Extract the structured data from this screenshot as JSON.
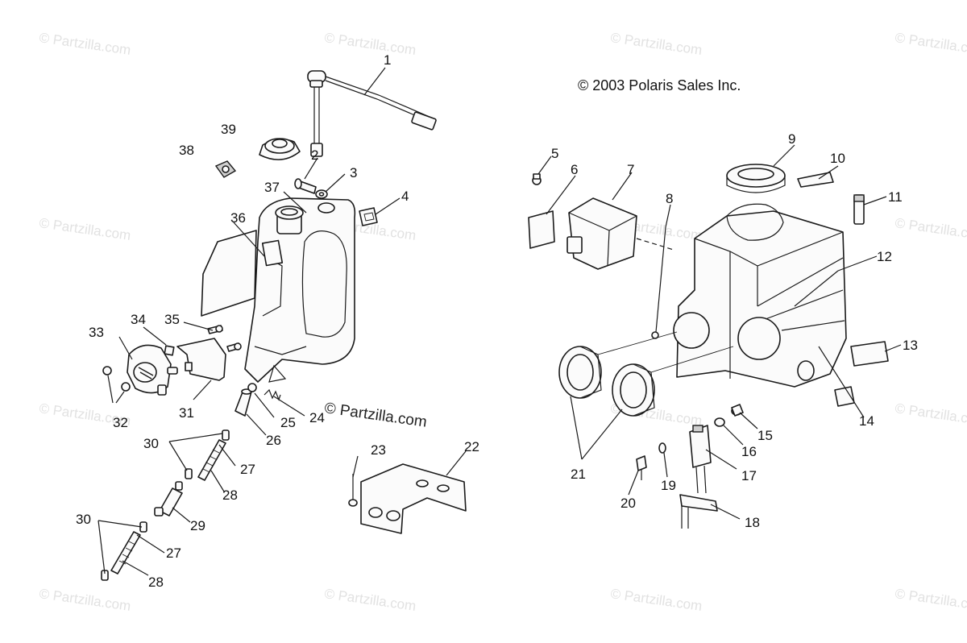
{
  "copyright": "© 2003 Polaris Sales Inc.",
  "center_watermark": "© Partzilla.com",
  "watermark_text": "© Partzilla.com",
  "callouts": [
    "1",
    "2",
    "3",
    "4",
    "5",
    "6",
    "7",
    "8",
    "9",
    "10",
    "11",
    "12",
    "13",
    "14",
    "15",
    "16",
    "17",
    "18",
    "19",
    "20",
    "21",
    "22",
    "23",
    "24",
    "25",
    "26",
    "27",
    "28",
    "29",
    "30",
    "31",
    "32",
    "33",
    "34",
    "35",
    "36",
    "37",
    "38",
    "39",
    "30",
    "27",
    "28"
  ],
  "colors": {
    "line": "#1a1a1a",
    "watermark": "#e2e2e2",
    "background": "#ffffff"
  }
}
